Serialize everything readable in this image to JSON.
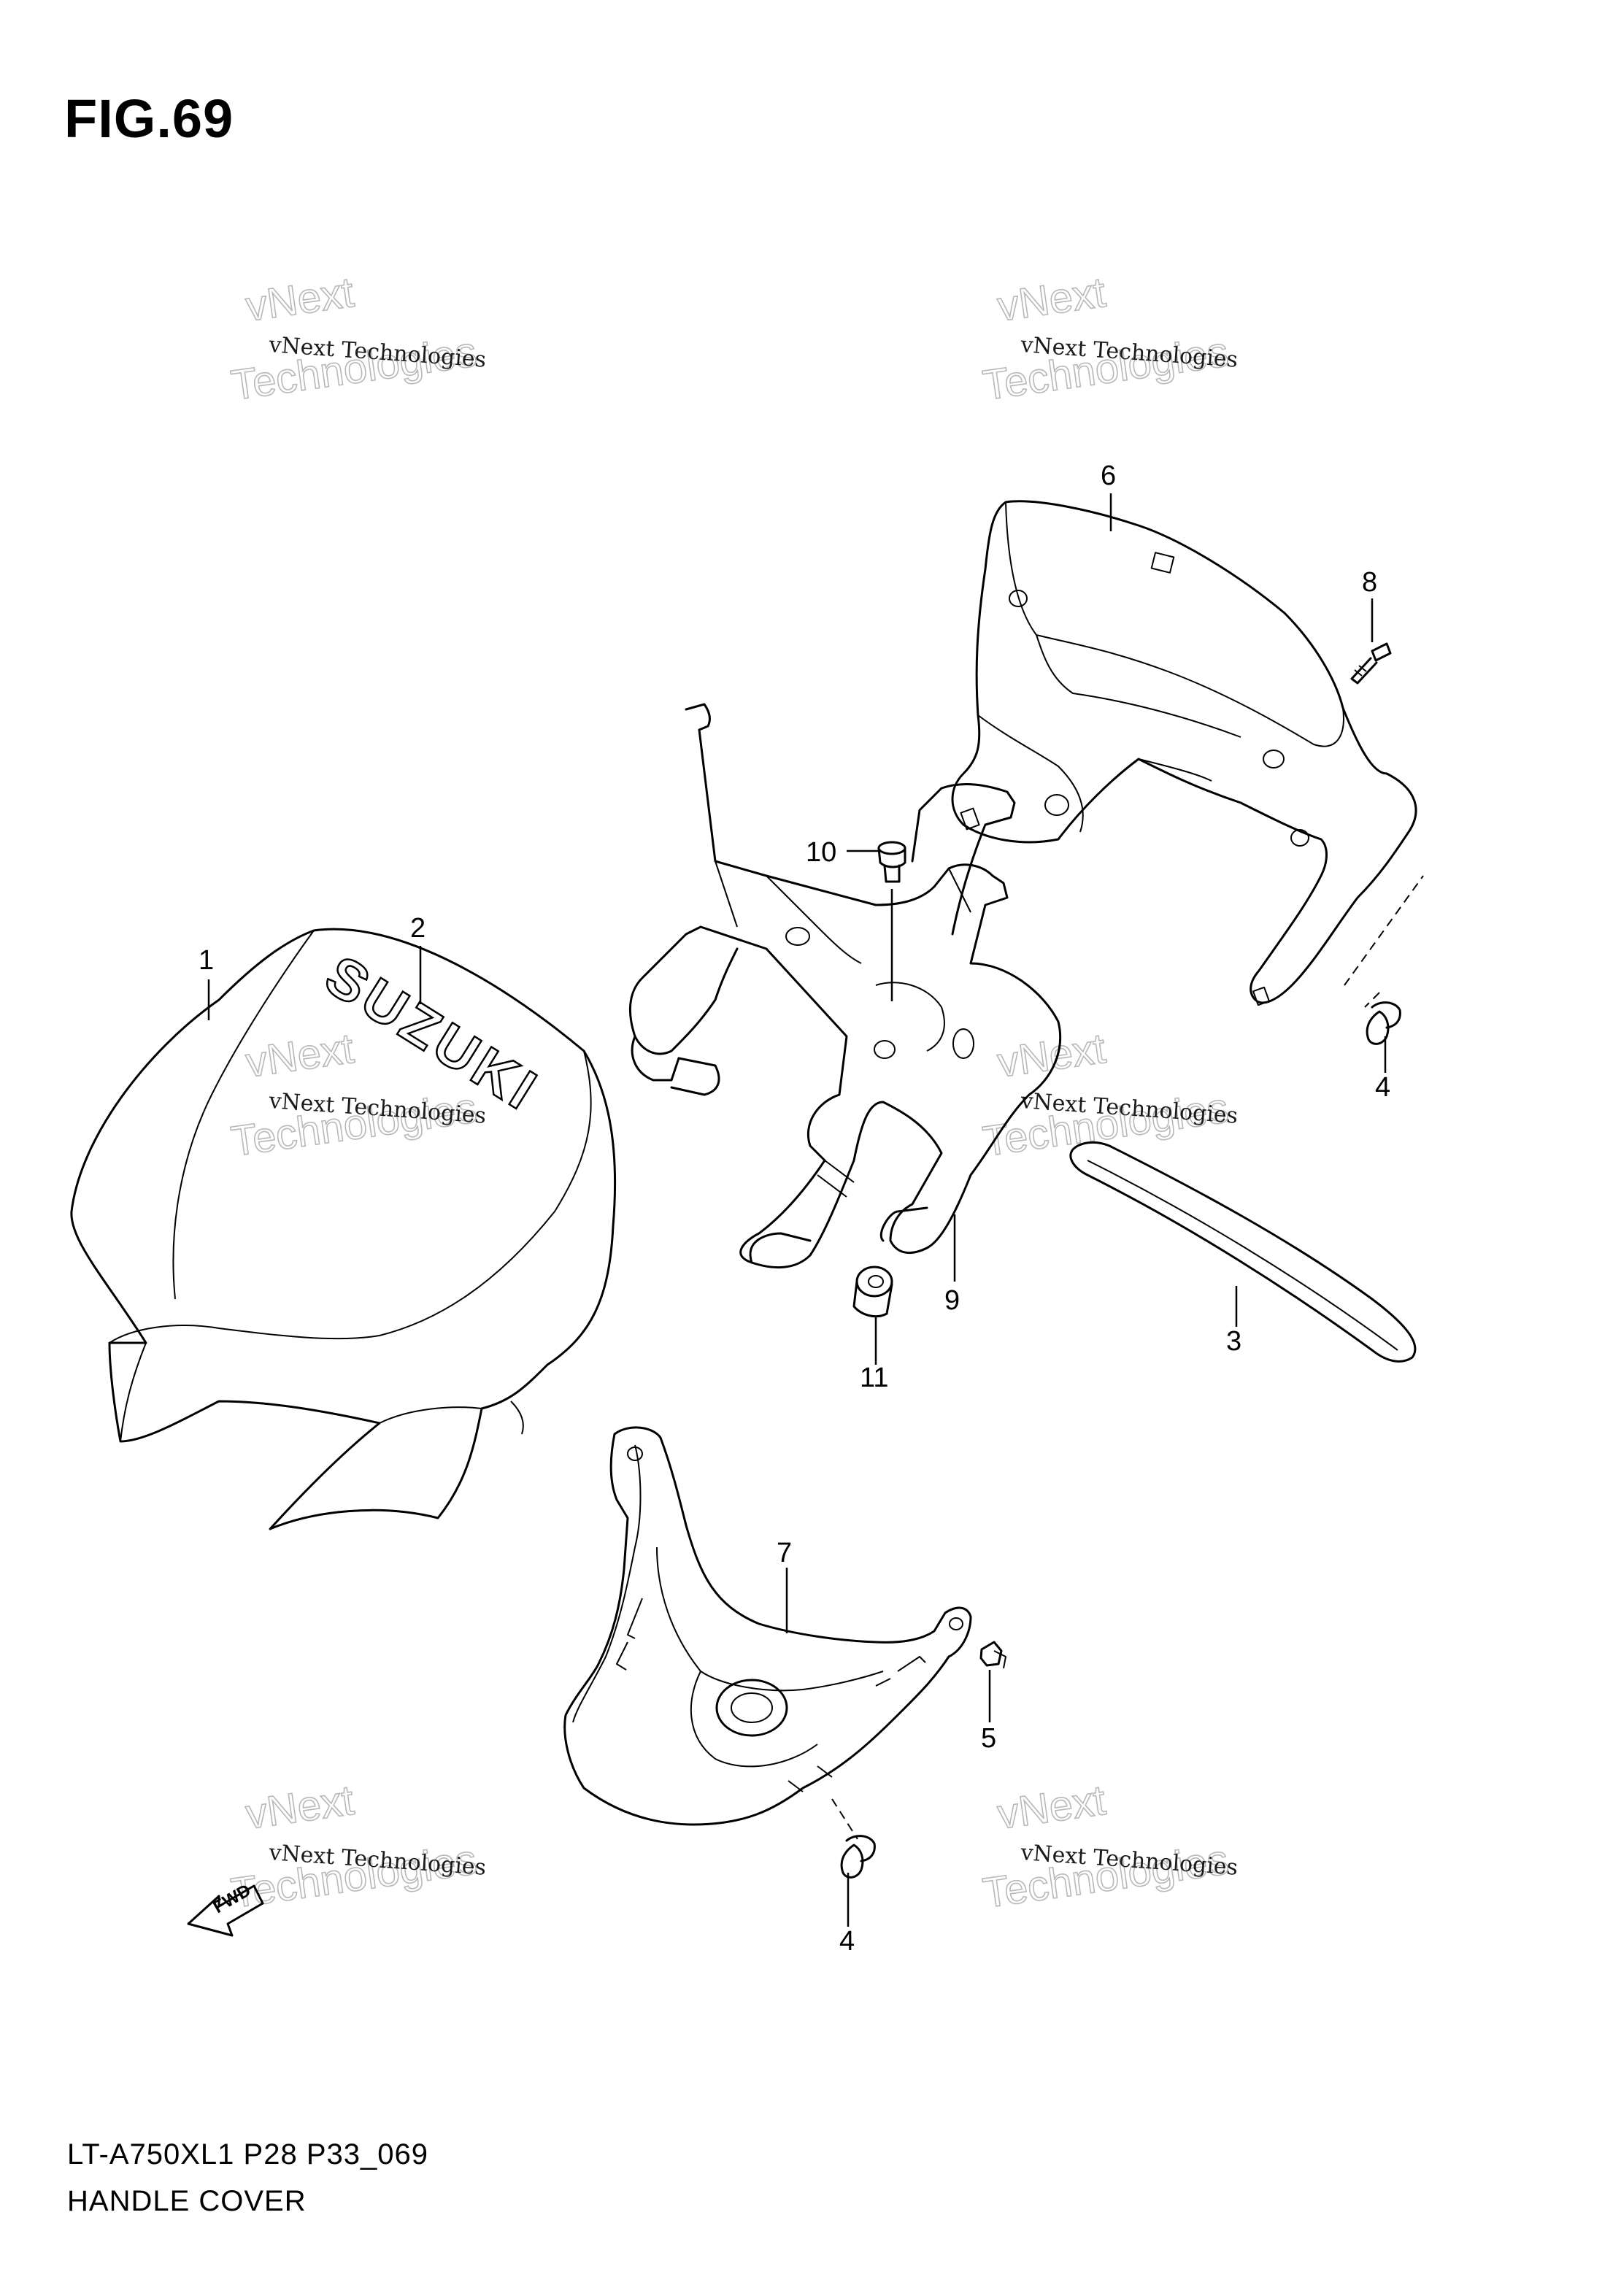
{
  "figure": {
    "title": "FIG.69",
    "code": "LT-A750XL1 P28 P33_069",
    "name": "HANDLE COVER"
  },
  "decal_text": "SUZUKI",
  "fwd_label": "FWD",
  "watermarks": [
    {
      "line1": "vNext Technologies",
      "line2": "vNext",
      "line3": "Technologies"
    },
    {
      "line1": "vNext Technologies",
      "line2": "vNext",
      "line3": "Technologies"
    },
    {
      "line1": "vNext Technologies",
      "line2": "vNext",
      "line3": "Technologies"
    },
    {
      "line1": "vNext Technologies",
      "line2": "vNext",
      "line3": "Technologies"
    },
    {
      "line1": "vNext Technologies",
      "line2": "vNext",
      "line3": "Technologies"
    },
    {
      "line1": "vNext Technologies",
      "line2": "vNext",
      "line3": "Technologies"
    }
  ],
  "callouts": [
    {
      "number": "1"
    },
    {
      "number": "2"
    },
    {
      "number": "3"
    },
    {
      "number": "4"
    },
    {
      "number": "4"
    },
    {
      "number": "5"
    },
    {
      "number": "6"
    },
    {
      "number": "7"
    },
    {
      "number": "8"
    },
    {
      "number": "9"
    },
    {
      "number": "10"
    },
    {
      "number": "11"
    }
  ]
}
